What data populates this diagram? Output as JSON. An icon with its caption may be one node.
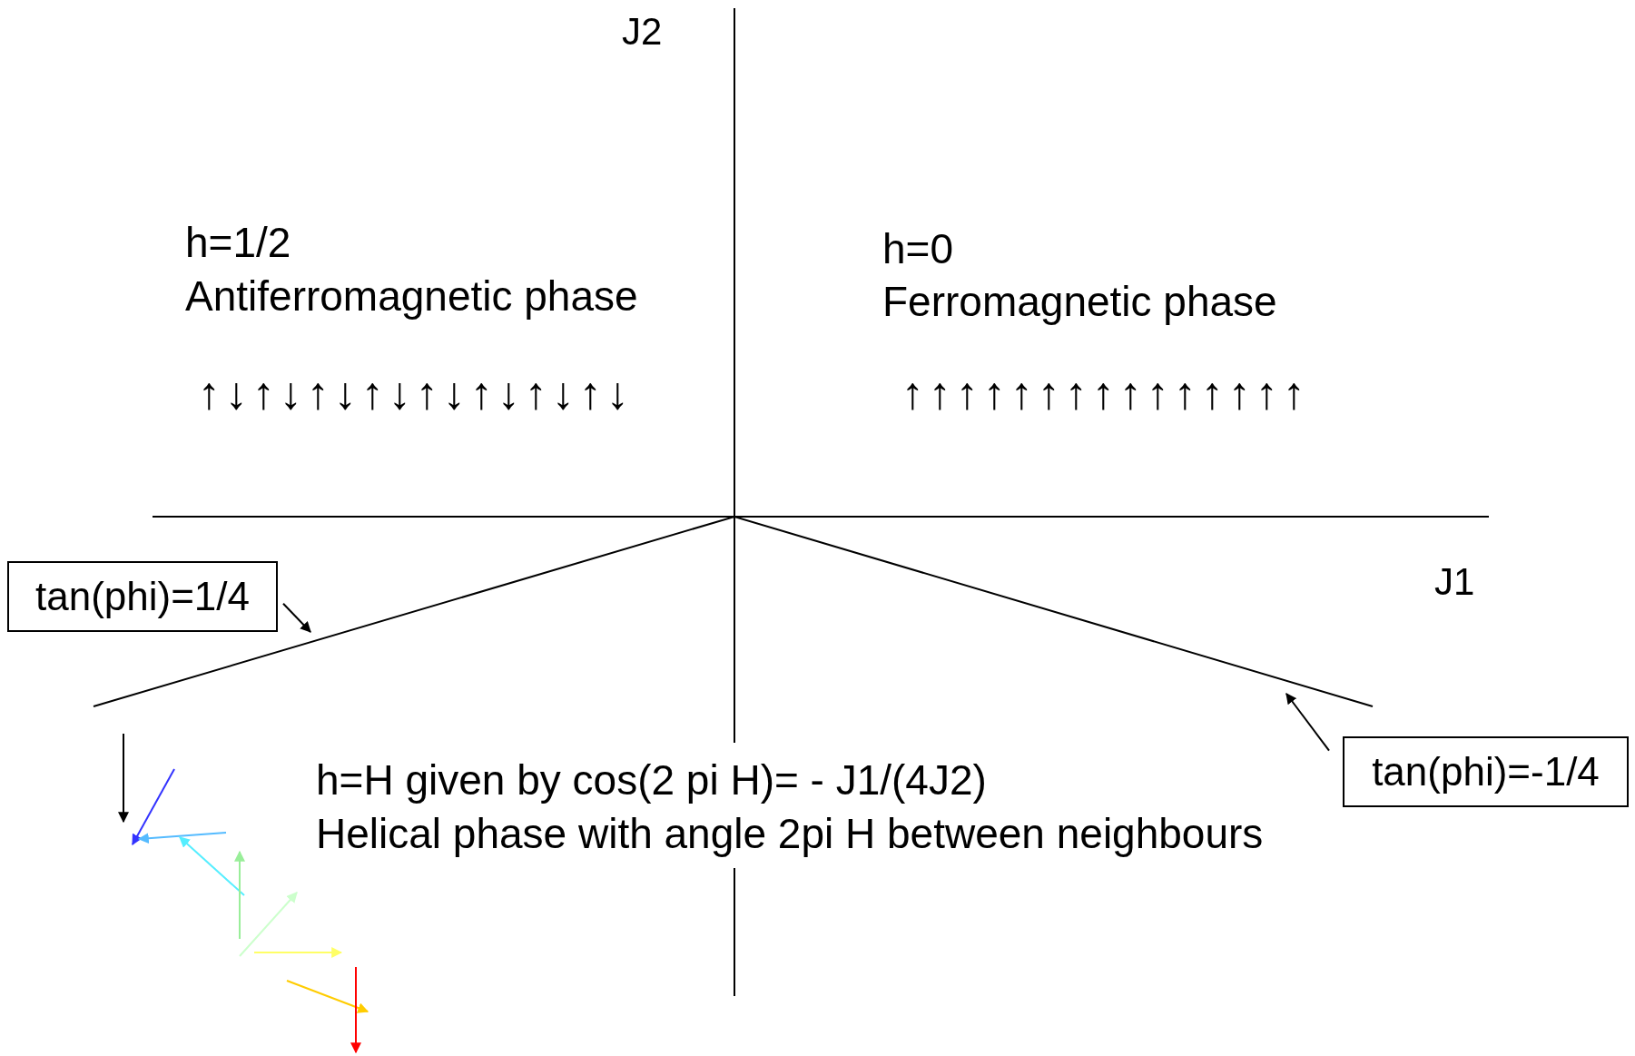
{
  "diagram": {
    "nodes": [
      {
        "text": [
          "tan(phi)=1/4"
        ]
      },
      {
        "text": [
          "tan(phi)=-1/4"
        ]
      }
    ],
    "edges": [
      {
        "from": 0,
        "to": null,
        "arrow": "to"
      },
      {
        "from": 1,
        "to": null,
        "arrow": "to"
      }
    ],
    "labels": [
      "J2",
      "h=1/2",
      "Antiferromagnetic phase",
      "h=0",
      "Ferromagnetic phase",
      "↑↓↑↓↑↓↑↓↑↓↑↓↑↓↑↓",
      "↑↑↑↑↑↑↑↑↑↑↑↑↑↑↑",
      "J1",
      "h=H given by cos(2 pi H)= - J1/(4J2)",
      "Helical phase with angle 2pi H between neighbours"
    ]
  }
}
